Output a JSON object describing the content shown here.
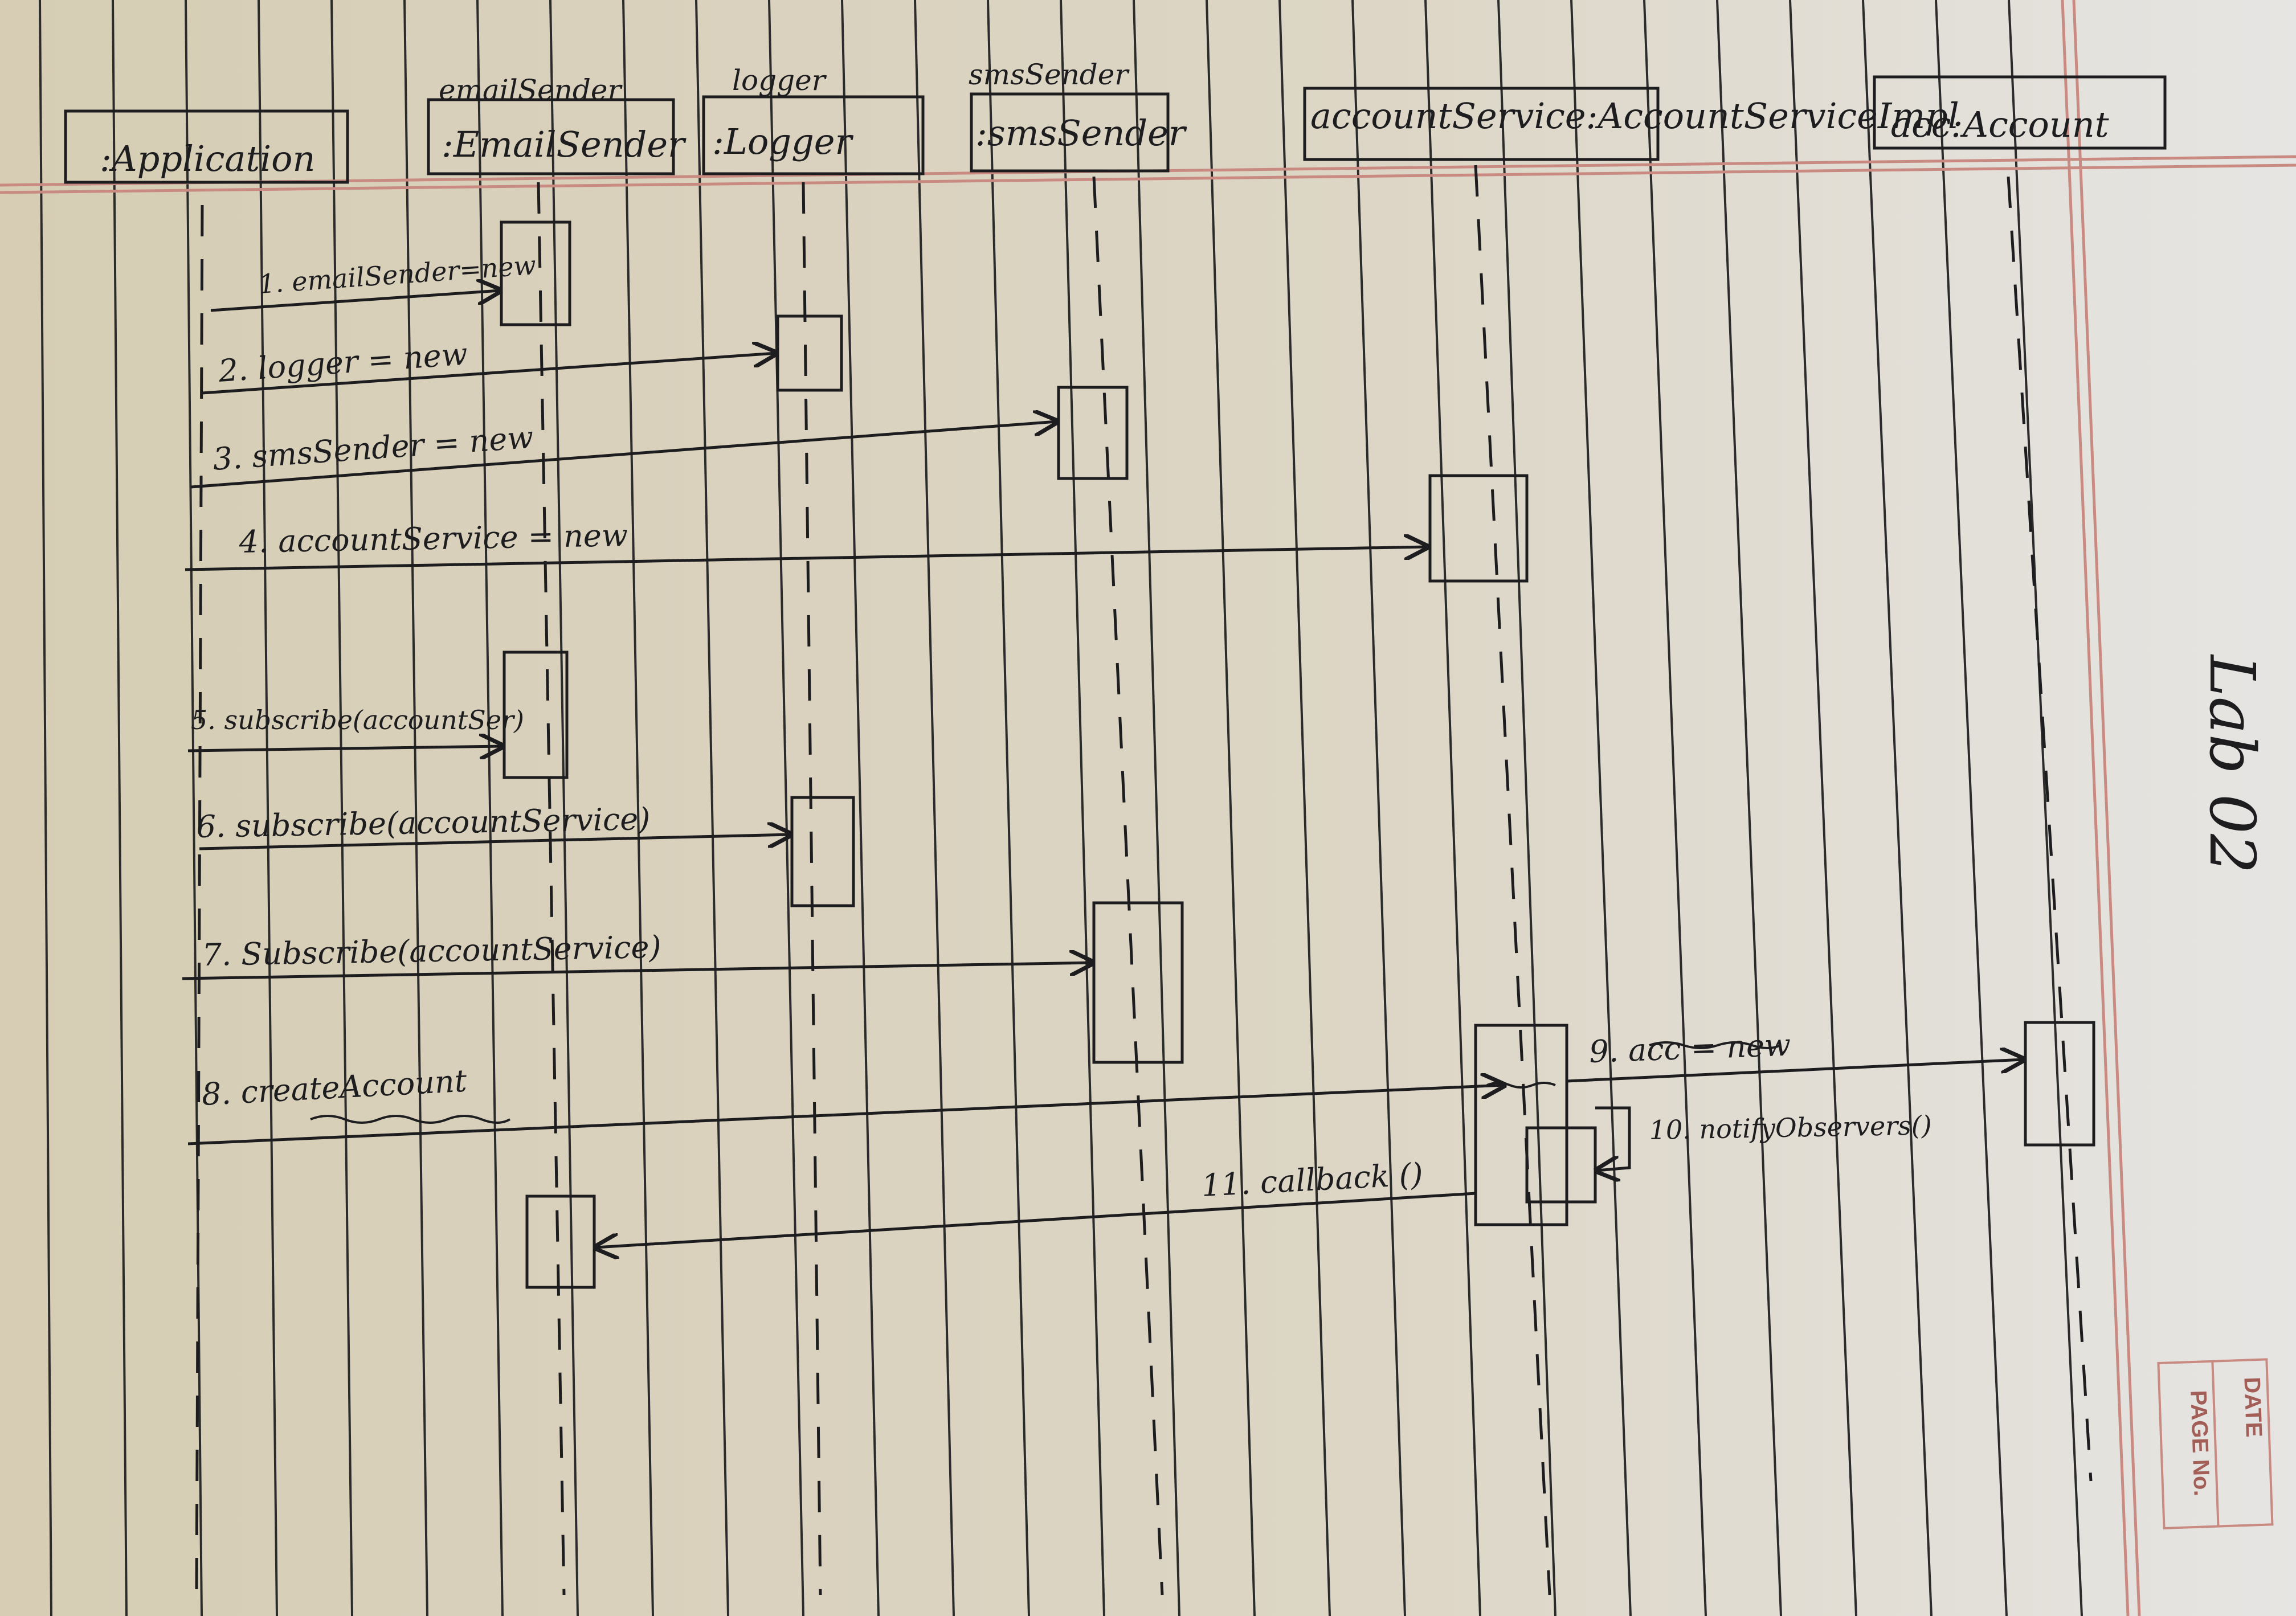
{
  "diagram": {
    "lifelines": [
      {
        "id": "app",
        "header": ":Application",
        "name": ""
      },
      {
        "id": "email",
        "header": ":EmailSender",
        "name": "emailSender"
      },
      {
        "id": "logger",
        "header": ":Logger",
        "name": "logger"
      },
      {
        "id": "sms",
        "header": ":smsSender",
        "name": "smsSender"
      },
      {
        "id": "acctsvc",
        "header": "accountService:AccountServiceImpl",
        "name": ""
      },
      {
        "id": "acc",
        "header": "acc:Account",
        "name": ""
      }
    ],
    "messages": [
      {
        "label": "1. emailSender=new",
        "from": "app",
        "to": "email"
      },
      {
        "label": "2. logger = new",
        "from": "app",
        "to": "logger"
      },
      {
        "label": "3. smsSender = new",
        "from": "app",
        "to": "sms"
      },
      {
        "label": "4. accountService = new",
        "from": "app",
        "to": "acctsvc"
      },
      {
        "label": "5. subscribe(accountSer)",
        "from": "app",
        "to": "email"
      },
      {
        "label": "6. subscribe(accountService)",
        "from": "app",
        "to": "logger"
      },
      {
        "label": "7. Subscribe(accountService)",
        "from": "app",
        "to": "sms"
      },
      {
        "label": "8. createAccount",
        "from": "app",
        "to": "acctsvc"
      },
      {
        "label": "9. acc = new",
        "from": "acctsvc",
        "to": "acc"
      },
      {
        "label": "10. notifyObservers()",
        "from": "acctsvc",
        "to": "acctsvc"
      },
      {
        "label": "11. callback ()",
        "from": "acctsvc",
        "to": "email"
      }
    ]
  },
  "margin_note": "Lab 02",
  "footer": {
    "date_label": "DATE",
    "page_label": "PAGE No."
  },
  "colors": {
    "paper": "#ddd6c4",
    "ink": "#1d1d1f",
    "rule": "#2b2b2b",
    "margin_red": "#c98a82"
  }
}
